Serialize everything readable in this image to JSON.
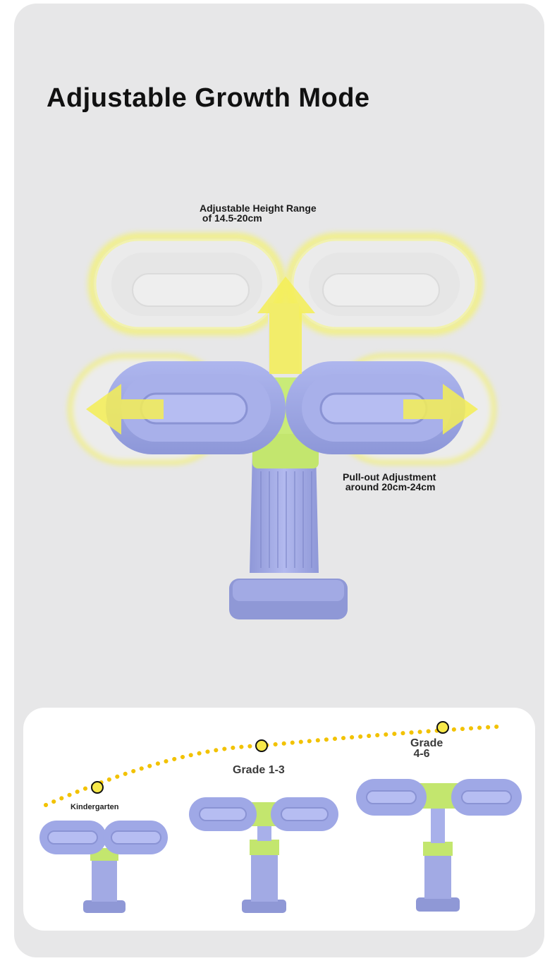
{
  "title": "Adjustable Growth Mode",
  "callouts": {
    "height": "Adjustable Height Range\n of 14.5-20cm",
    "pullout": "Pull-out Adjustment\n around 20cm-24cm"
  },
  "stages": [
    {
      "label": "Kindergarten"
    },
    {
      "label": "Grade 1-3"
    },
    {
      "label": "Grade\n 4-6"
    }
  ],
  "colors": {
    "pad": "#9fa8e6",
    "pad_dark": "#8a94d6",
    "lime": "#c3e66e",
    "arrow": "#f4ef55",
    "dots": "#f2c200",
    "background": "#e7e7e8"
  }
}
